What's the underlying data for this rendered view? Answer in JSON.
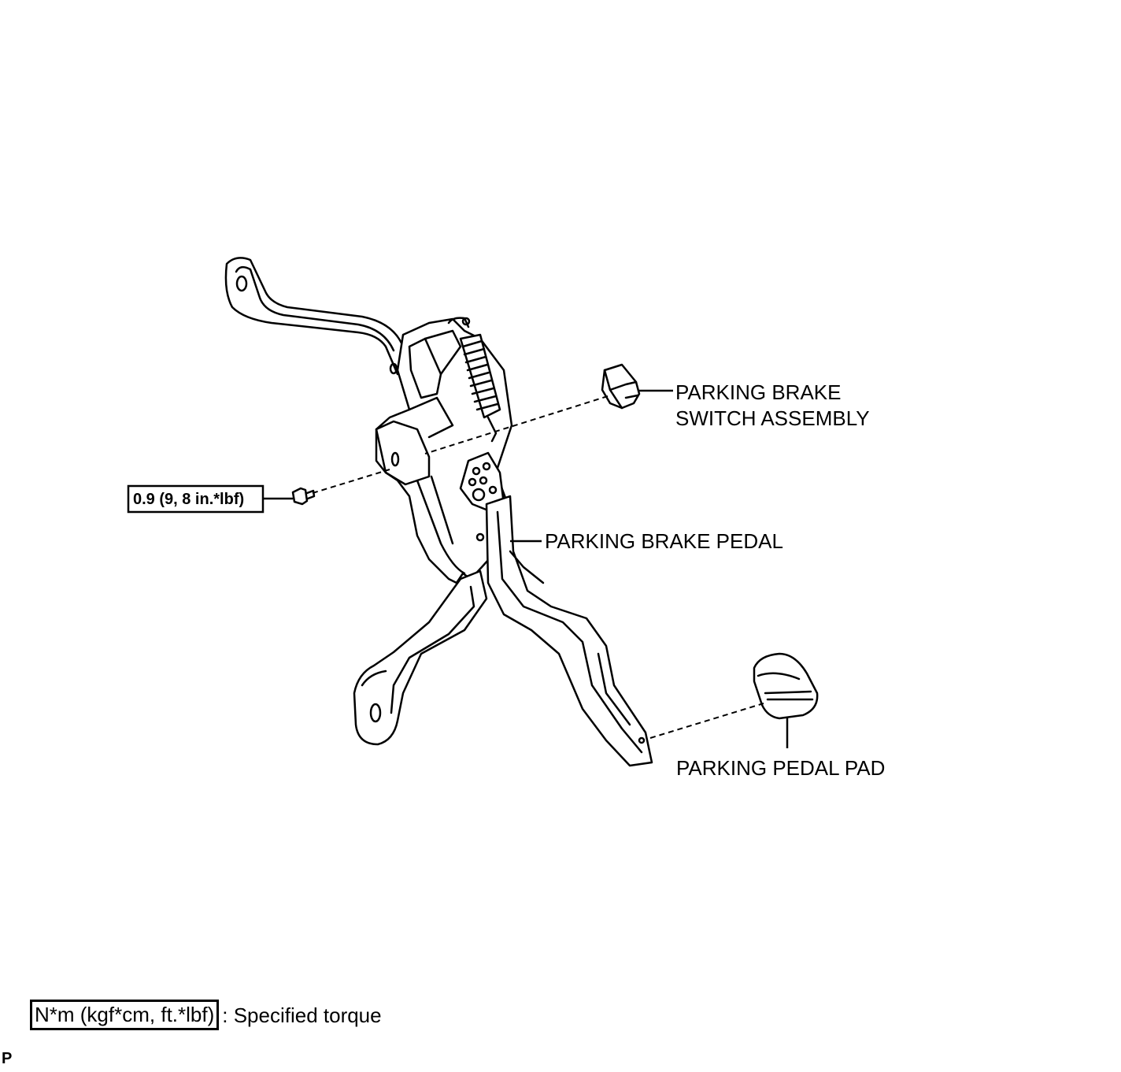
{
  "labels": {
    "switch_line1": "PARKING BRAKE",
    "switch_line2": "SWITCH ASSEMBLY",
    "pedal": "PARKING BRAKE PEDAL",
    "pad": "PARKING PEDAL PAD",
    "torque_value": "0.9 (9, 8 in.*lbf)"
  },
  "legend": {
    "unit_box": "N*m (kgf*cm, ft.*lbf)",
    "description": ": Specified torque"
  },
  "page_code": "P"
}
